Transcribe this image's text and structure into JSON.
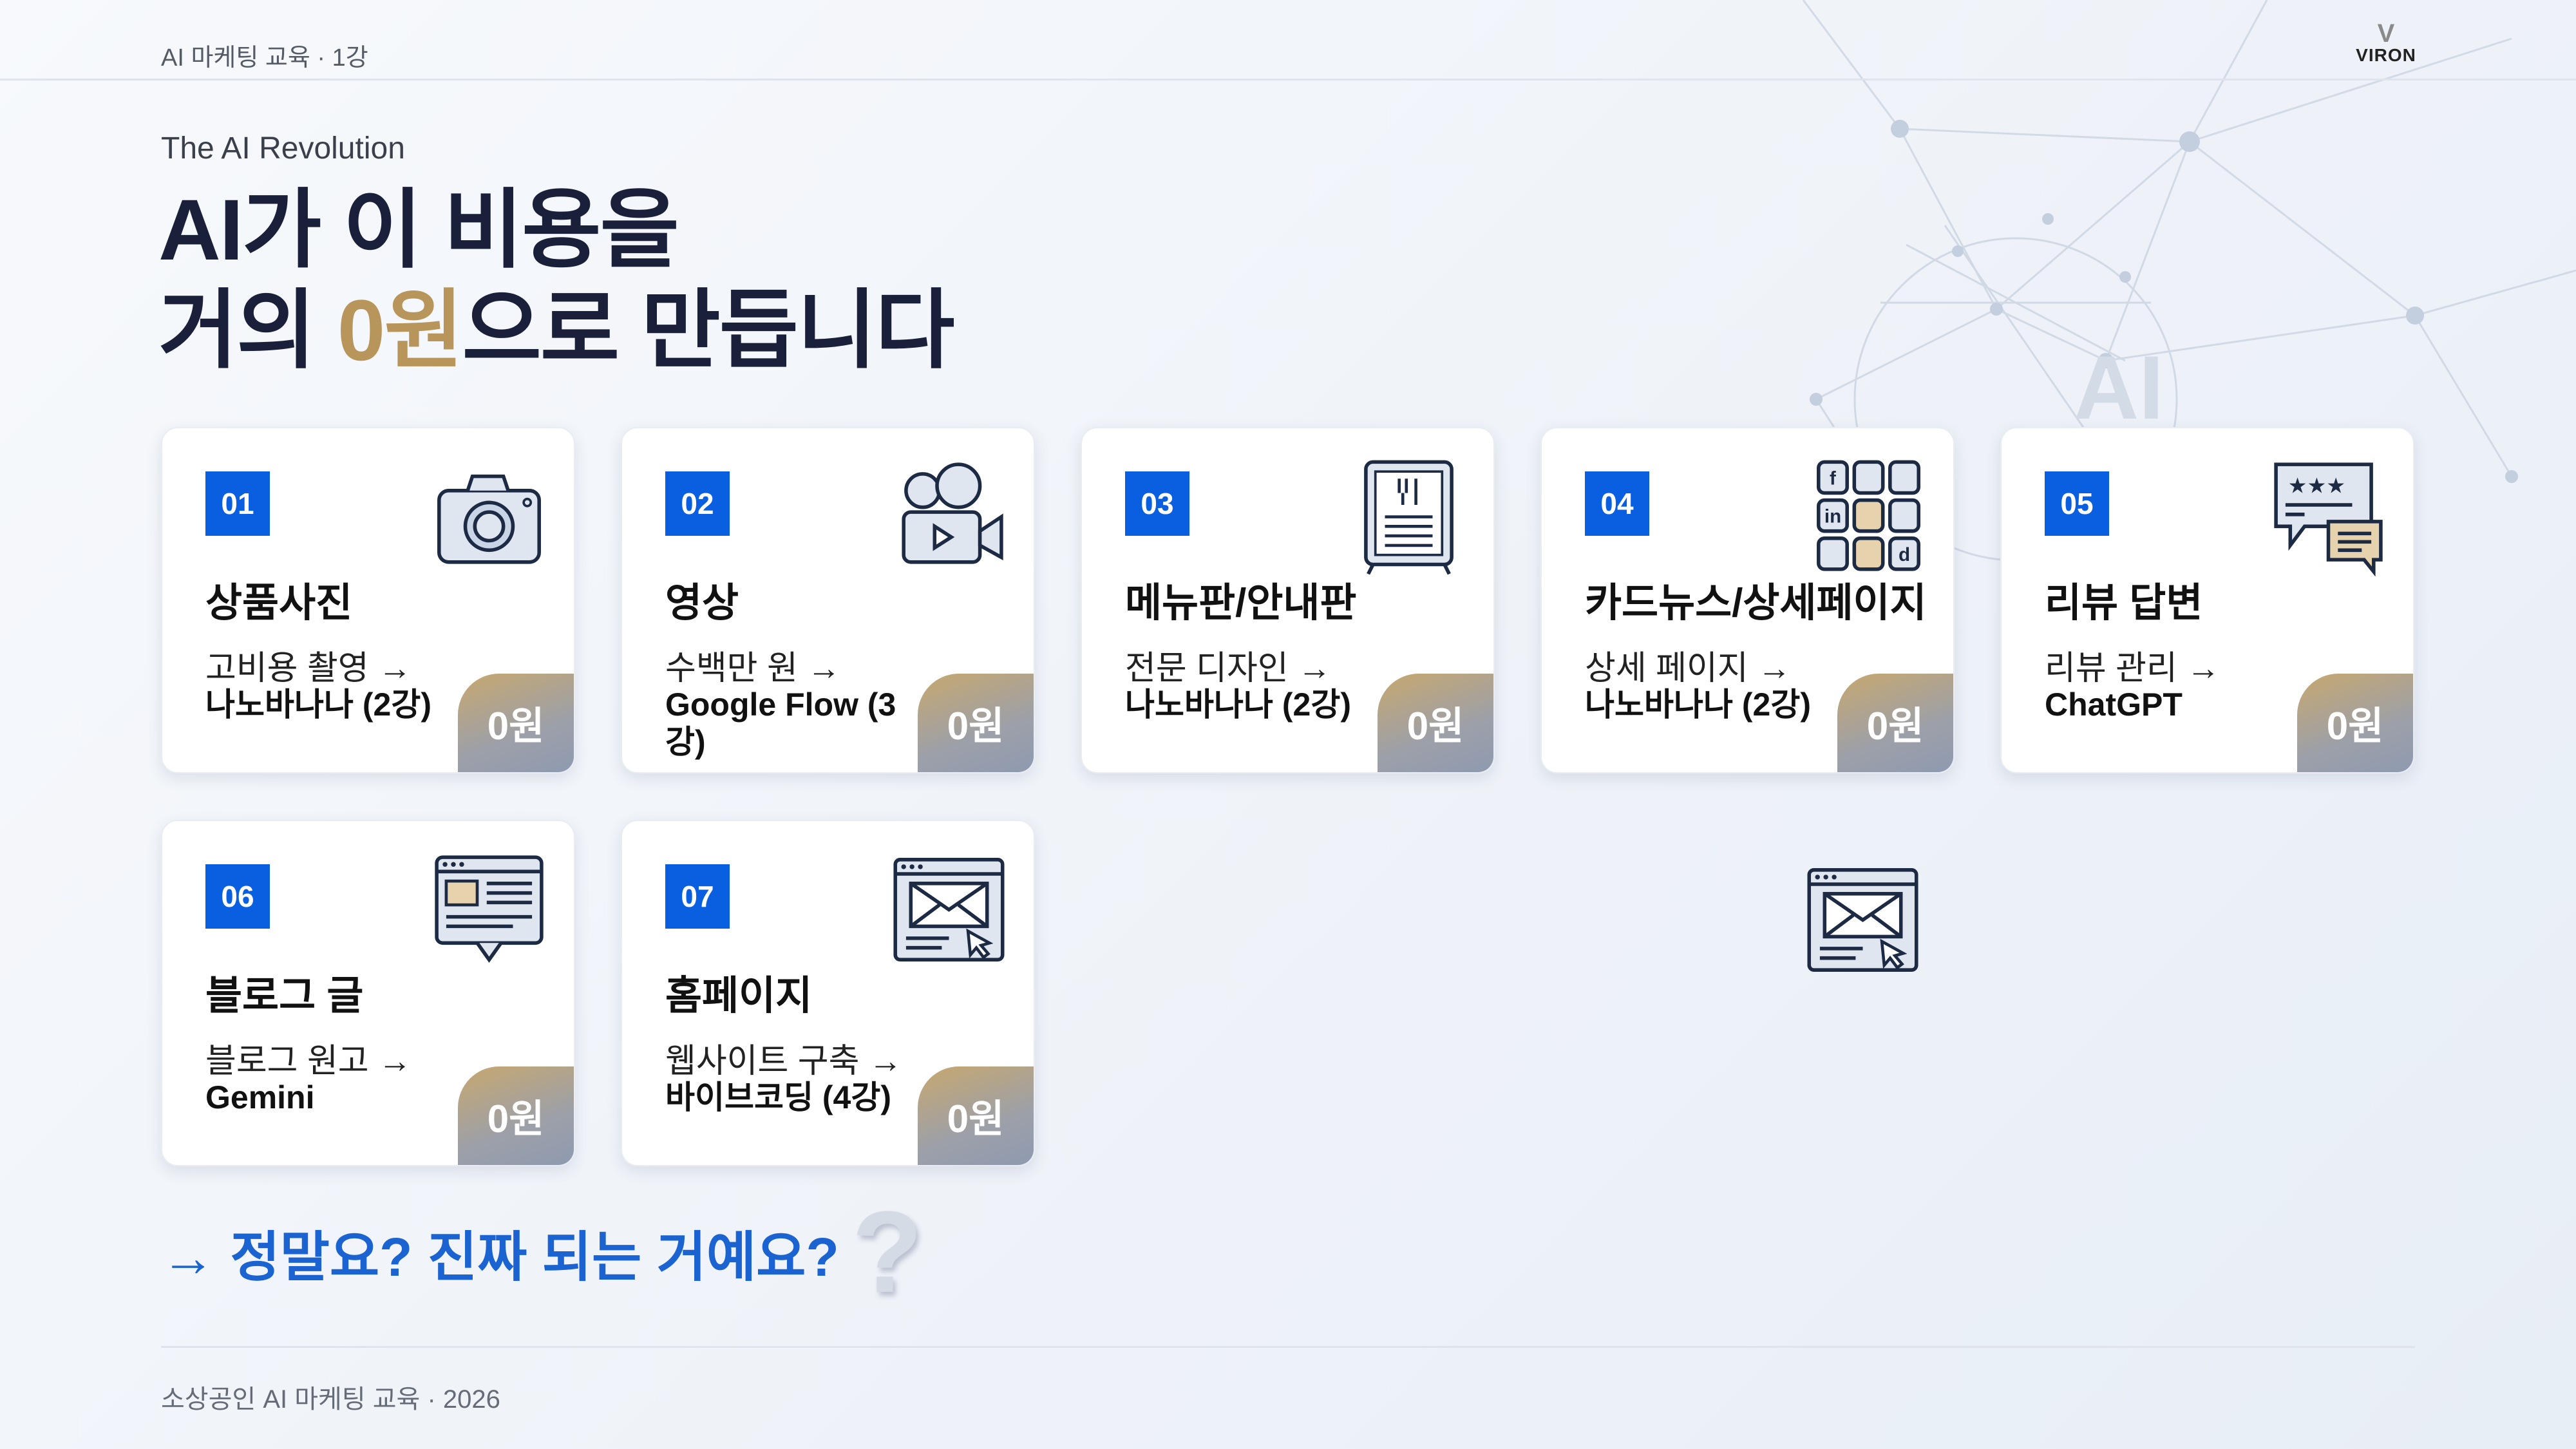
{
  "header": {
    "course": "AI 마케팅 교육 · 1강",
    "logo_text": "VIRON"
  },
  "eyebrow": "The AI Revolution",
  "title": {
    "line1": "AI가 이 비용을",
    "line2_pre": "거의 ",
    "line2_highlight": "0원",
    "line2_post": "으로 만듭니다"
  },
  "colors": {
    "accent_blue": "#0a5fe0",
    "gold": "#b8955a",
    "navy": "#1a1f3a",
    "question_blue": "#1a63d0"
  },
  "cards": [
    {
      "num": "01",
      "title": "상품사진",
      "from": "고비용 촬영 →",
      "to": "나노바나나 (2강)",
      "price": "0원",
      "icon": "camera-icon"
    },
    {
      "num": "02",
      "title": "영상",
      "from": "수백만 원 →",
      "to": "Google Flow (3강)",
      "price": "0원",
      "icon": "video-camera-icon"
    },
    {
      "num": "03",
      "title": "메뉴판/안내판",
      "from": "전문 디자인 →",
      "to": "나노바나나 (2강)",
      "price": "0원",
      "icon": "menu-board-icon"
    },
    {
      "num": "04",
      "title": "카드뉴스/상세페이지",
      "from": "상세 페이지 →",
      "to": "나노바나나 (2강)",
      "price": "0원",
      "icon": "social-media-grid-icon"
    },
    {
      "num": "05",
      "title": "리뷰 답변",
      "from": "리뷰 관리 →",
      "to": "ChatGPT",
      "price": "0원",
      "icon": "review-chat-icon"
    },
    {
      "num": "06",
      "title": "블로그 글",
      "from": "블로그 원고 →",
      "to": "Gemini",
      "price": "0원",
      "icon": "blog-post-icon"
    },
    {
      "num": "07",
      "title": "홈페이지",
      "from": "웹사이트 구축 →",
      "to": "바이브코딩 (4강)",
      "price": "0원",
      "icon": "website-icon"
    }
  ],
  "question": "→ 정말요? 진짜 되는 거예요?",
  "question_mark": "?",
  "footer": "소상공인 AI 마케팅 교육 · 2026"
}
